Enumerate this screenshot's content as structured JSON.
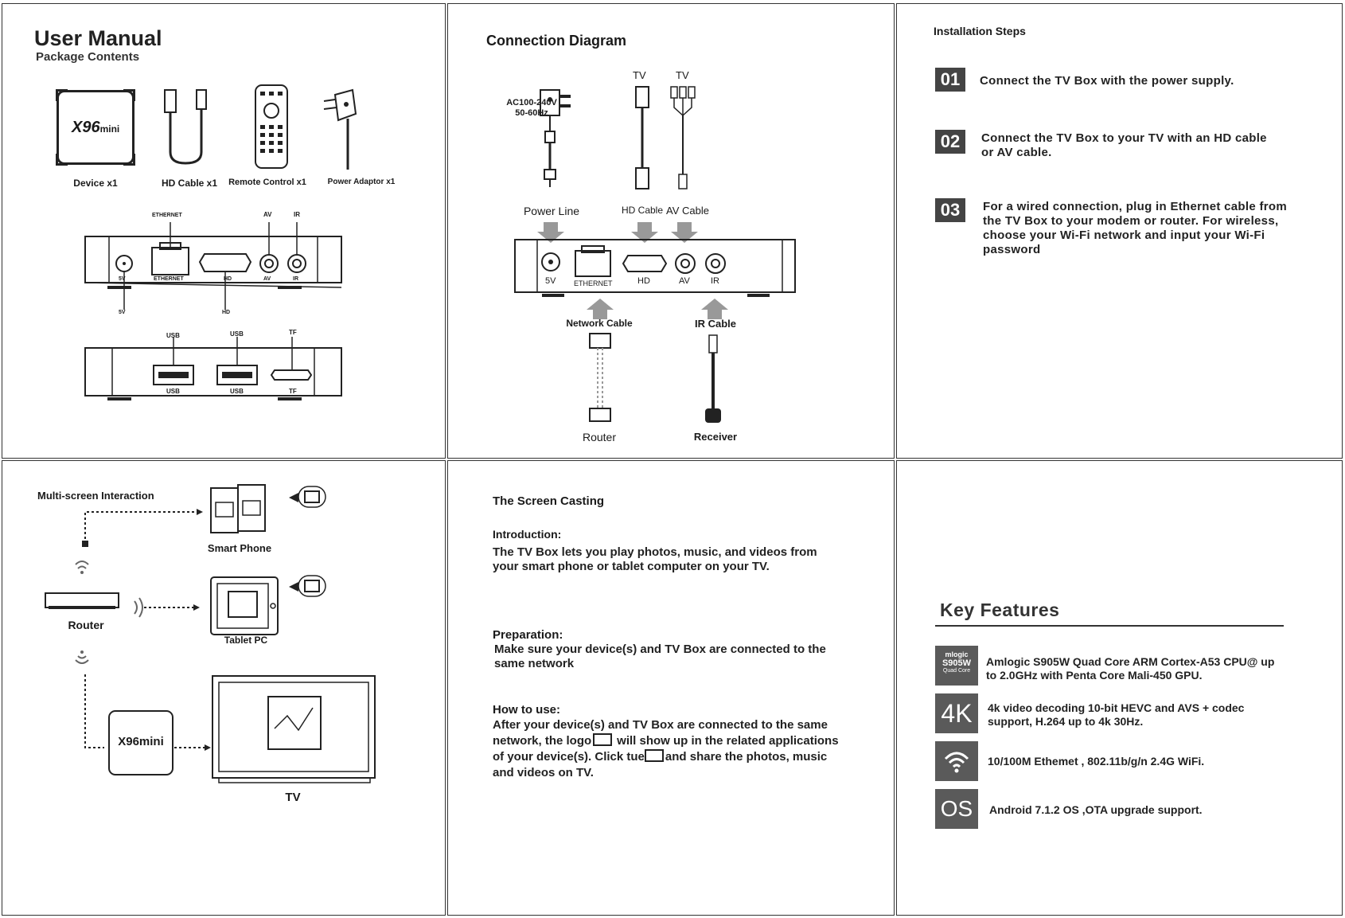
{
  "panel1": {
    "title": "User Manual",
    "subtitle": "Package Contents",
    "device_brand": "X96",
    "device_model": "mini",
    "items": [
      "Device x1",
      "HD Cable x1",
      "Remote Control x1",
      "Power Adaptor x1"
    ],
    "back_ports_top": [
      "ETHERNET",
      "AV",
      "IR"
    ],
    "back_ports_bottom": [
      "5V",
      "ETHERNET",
      "HD",
      "AV",
      "IR"
    ],
    "back_ports_below": [
      "5V",
      "HD"
    ],
    "side_ports_top": [
      "USB",
      "USB",
      "TF"
    ],
    "side_ports_bottom": [
      "USB",
      "USB",
      "TF"
    ]
  },
  "panel2": {
    "title": "Connection Diagram",
    "power_spec_line1": "AC100-240V",
    "power_spec_line2": "50-60Hz",
    "tv_label_1": "TV",
    "tv_label_2": "TV",
    "cable_labels": [
      "Power Line",
      "HD Cable",
      "AV Cable"
    ],
    "port_labels": [
      "5V",
      "ETHERNET",
      "HD",
      "AV",
      "IR"
    ],
    "network_cable": "Network Cable",
    "ir_cable": "IR Cable",
    "router": "Router",
    "receiver": "Receiver"
  },
  "panel3": {
    "title": "Installation Steps",
    "steps": [
      {
        "num": "01",
        "text": "Connect the TV Box with the power supply."
      },
      {
        "num": "02",
        "text": "Connect the TV Box to your TV with an HD cable or AV cable."
      },
      {
        "num": "03",
        "text": "For a wired connection, plug in Ethernet cable from the TV Box to your modem or router. For wireless, choose your Wi-Fi network and input your Wi-Fi password"
      }
    ]
  },
  "panel4": {
    "title": "Multi-screen Interaction",
    "smart_phone": "Smart Phone",
    "tablet": "Tablet PC",
    "router": "Router",
    "device": "X96mini",
    "tv": "TV"
  },
  "panel5": {
    "title": "The Screen Casting",
    "intro_heading": "Introduction:",
    "intro_text": "The TV Box lets you play photos, music, and videos from your smart phone or tablet computer on your TV.",
    "prep_heading": "Preparation:",
    "prep_text": "Make sure your device(s) and TV Box are connected to the same network",
    "howto_heading": "How to use:",
    "howto_line1": "After your device(s) and TV Box are connected to the same",
    "howto_line2a": "network, the logo",
    "howto_line2b": "will show up in the related applications",
    "howto_line3a": "of your device(s). Click tue",
    "howto_line3b": "and share the photos, music",
    "howto_line4": "and videos on TV."
  },
  "panel6": {
    "title": "Key Features",
    "chip_brand": "mlogic",
    "chip_model": "S905W",
    "chip_sub": "Quad Core",
    "icon_4k": "4K",
    "icon_os": "OS",
    "features": [
      "Amlogic S905W Quad Core ARM Cortex-A53 CPU@ up to 2.0GHz with Penta Core Mali-450 GPU.",
      "4k video decoding 10-bit HEVC and AVS + codec support, H.264 up to 4k 30Hz.",
      "10/100M Ethemet , 802.11b/g/n 2.4G WiFi.",
      "Android 7.1.2 OS ,OTA upgrade support."
    ]
  }
}
